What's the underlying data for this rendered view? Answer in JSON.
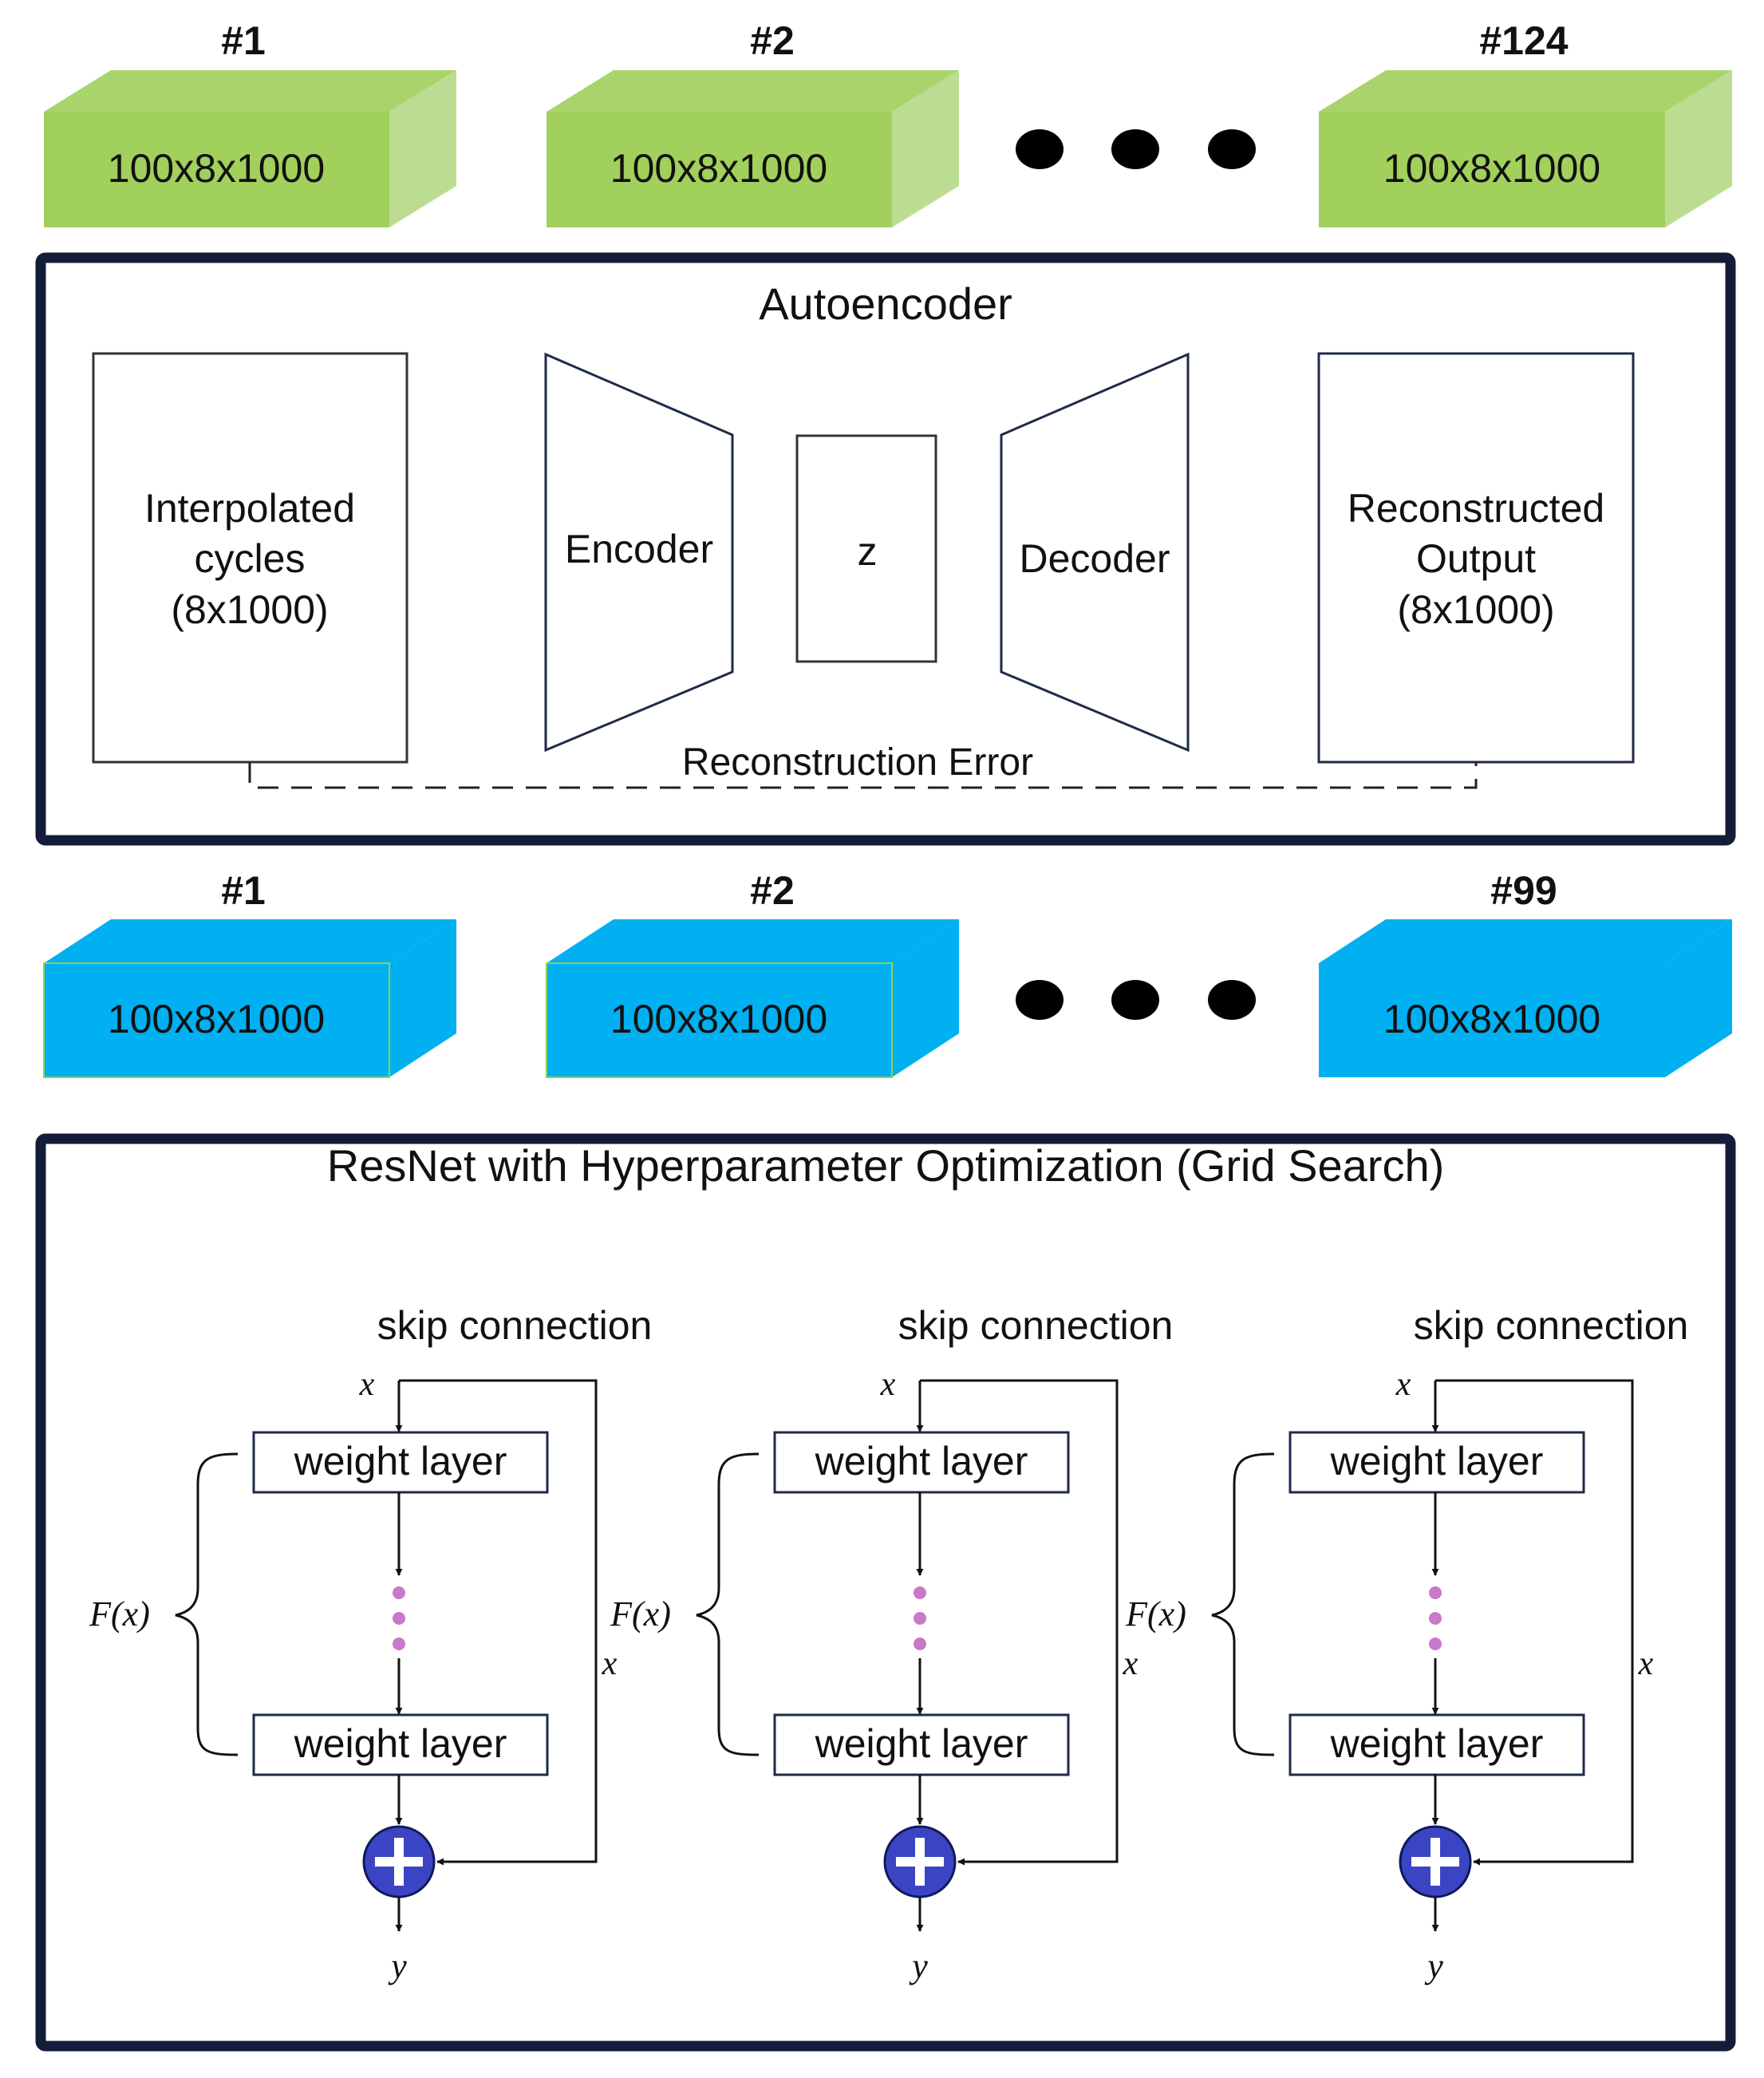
{
  "colors": {
    "green_front": "#a2d05c",
    "green_top": "#a9d46b",
    "green_side": "#bcdd91",
    "blue": "#00b0f0",
    "blue_edge": "#92d050",
    "frame": "#141c3a",
    "plus_fill": "#3b45c4",
    "dot": "#c879c8",
    "dash": "#222222"
  },
  "top_row": {
    "blocks": [
      {
        "id": "#1",
        "label": "100x8x1000"
      },
      {
        "id": "#2",
        "label": "100x8x1000"
      },
      {
        "id": "#124",
        "label": "100x8x1000"
      }
    ]
  },
  "autoencoder": {
    "title": "Autoencoder",
    "input_lines": [
      "Interpolated",
      "cycles",
      "(8x1000)"
    ],
    "encoder": "Encoder",
    "latent": "z",
    "decoder": "Decoder",
    "output_lines": [
      "Reconstructed",
      "Output",
      "(8x1000)"
    ],
    "error_label": "Reconstruction Error"
  },
  "middle_row": {
    "blocks": [
      {
        "id": "#1",
        "label": "100x8x1000"
      },
      {
        "id": "#2",
        "label": "100x8x1000"
      },
      {
        "id": "#99",
        "label": "100x8x1000"
      }
    ]
  },
  "resnet": {
    "title": "ResNet with Hyperparameter Optimization (Grid Search)",
    "block": {
      "skip_label": "skip connection",
      "x_in": "x",
      "layer_top": "weight layer",
      "layer_bottom": "weight layer",
      "fx": "F(x)",
      "x_skip": "x",
      "y_out": "y"
    }
  }
}
